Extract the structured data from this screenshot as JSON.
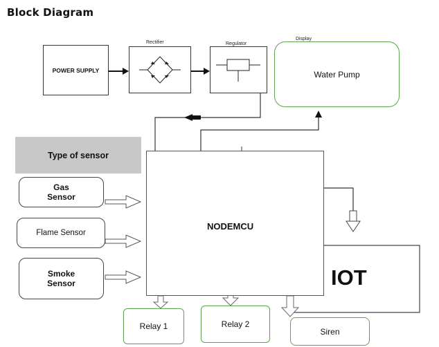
{
  "title": "Block Diagram",
  "blocks": {
    "power_supply": "POWER SUPPLY",
    "rectifier": "Rectifier",
    "regulator": "Regulator",
    "display": "Display",
    "water_pump": "Water Pump",
    "type_of_sensor": "Type of sensor",
    "gas_sensor_line1": "Gas",
    "gas_sensor_line2": "Sensor",
    "flame_sensor": "Flame Sensor",
    "smoke_sensor_line1": "Smoke",
    "smoke_sensor_line2": "Sensor",
    "nodemcu": "NODEMCU",
    "iot": "IOT",
    "relay1": "Relay 1",
    "relay2": "Relay 2",
    "siren": "Siren"
  },
  "colors": {
    "green_border": "#5aa64a",
    "sensor_header_bg": "#c8c8c8"
  }
}
